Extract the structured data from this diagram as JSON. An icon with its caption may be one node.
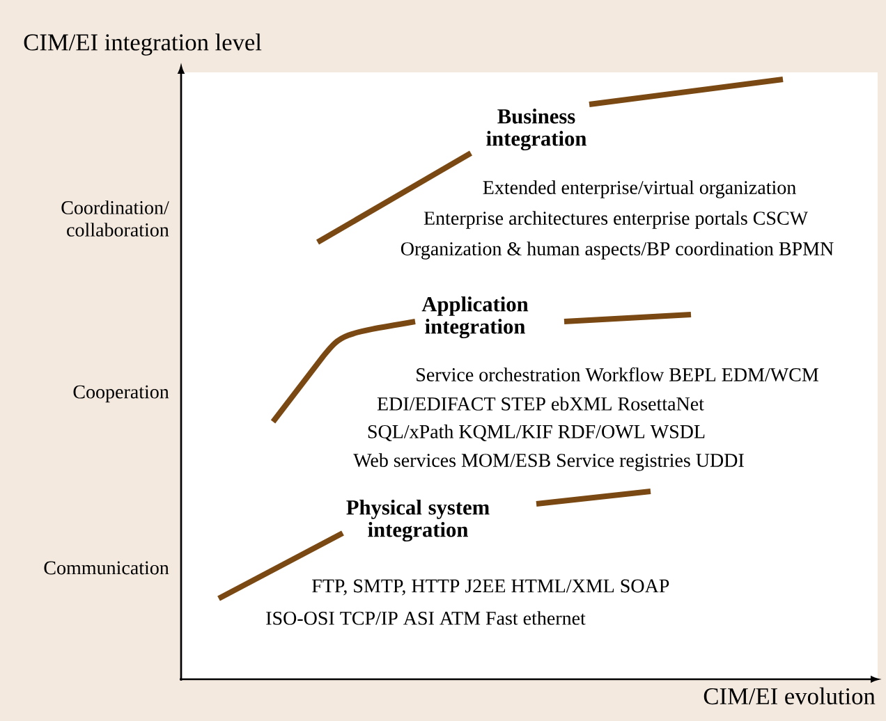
{
  "diagram": {
    "labels": [
      "CIM/EI integration level",
      "Coordination/ collaboration",
      "Cooperation",
      "Communication",
      "Business integration",
      "Extended enterprise/virtual organization",
      "Enterprise architectures enterprise portals CSCW",
      "Organization & human aspects/BP coordination BPMN",
      "Application integration",
      "Service orchestration Workflow BEPL EDM/WCM",
      "EDI/EDIFACT STEP ebXML RosettaNet",
      "SQL/xPath KQML/KIF RDF/OWL WSDL",
      "Web services MOM/ESB Service registries UDDI",
      "Physical system integration",
      "FTP, SMTP, HTTP J2EE HTML/XML SOAP",
      "ISO-OSI TCP/IP ASI ATM Fast ethernet",
      "CIM/EI evolution"
    ]
  }
}
